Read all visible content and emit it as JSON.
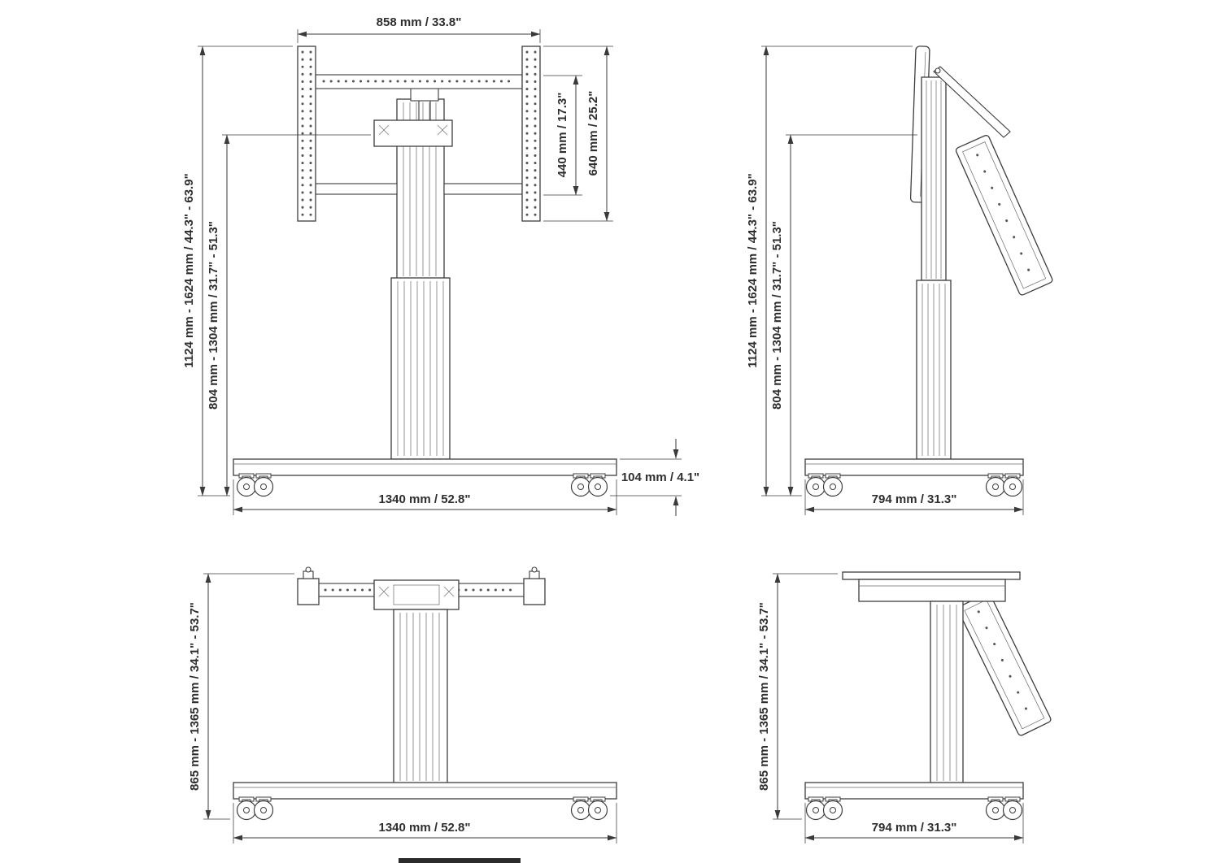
{
  "drawing": {
    "line_color": "#3d3d3d"
  },
  "views": {
    "front_upper": {
      "dims": {
        "top_width": "858 mm / 33.8\"",
        "vesa_height": "440 mm / 17.3\"",
        "bracket_height": "640 mm / 25.2\"",
        "outer_height_range": "1124 mm - 1624 mm / 44.3\" - 63.9\"",
        "inner_height_range": "804 mm - 1304 mm / 31.7\" - 51.3\"",
        "base_height": "104 mm / 4.1\"",
        "base_width": "1340 mm / 52.8\""
      }
    },
    "side_upper": {
      "dims": {
        "outer_height_range": "1124 mm - 1624 mm / 44.3\" - 63.9\"",
        "inner_height_range": "804 mm - 1304 mm / 31.7\" - 51.3\"",
        "base_depth": "794 mm / 31.3\""
      }
    },
    "front_lower": {
      "dims": {
        "height_range": "865 mm - 1365 mm / 34.1\" - 53.7\"",
        "base_width": "1340 mm / 52.8\""
      }
    },
    "side_lower": {
      "dims": {
        "height_range": "865 mm - 1365 mm / 34.1\" - 53.7\"",
        "base_depth": "794 mm / 31.3\""
      }
    }
  }
}
